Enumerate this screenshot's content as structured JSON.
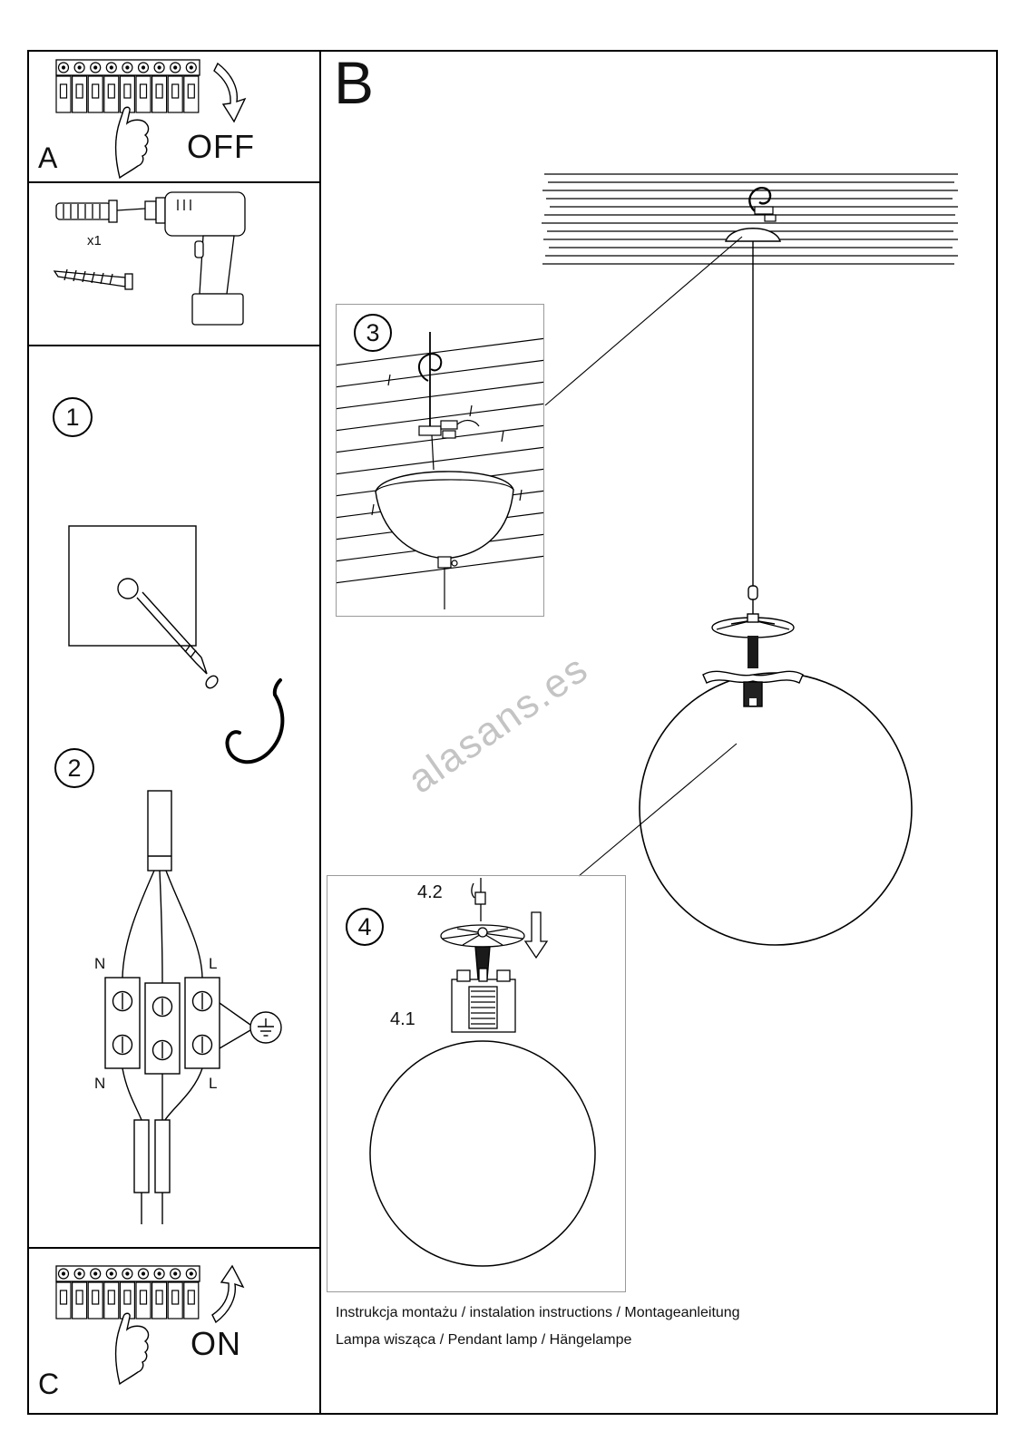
{
  "watermark": "alasans.es",
  "footer": {
    "line1": "Instrukcja montażu / instalation instructions / Montageanleitung",
    "line2": "Lampa wisząca / Pendant lamp / Hängelampe"
  },
  "panel_a": {
    "label": "A",
    "state_label": "OFF"
  },
  "panel_b": {
    "label": "B"
  },
  "panel_c": {
    "label": "C",
    "state_label": "ON"
  },
  "hardware": {
    "dowel_qty": "x1"
  },
  "steps": {
    "s1": "1",
    "s2": "2",
    "s3": "3",
    "s4": "4"
  },
  "wiring": {
    "top_left": "N",
    "top_right": "L",
    "bottom_left": "N",
    "bottom_right": "L"
  },
  "parts": {
    "canopy": "4.2",
    "globe": "4.1"
  }
}
